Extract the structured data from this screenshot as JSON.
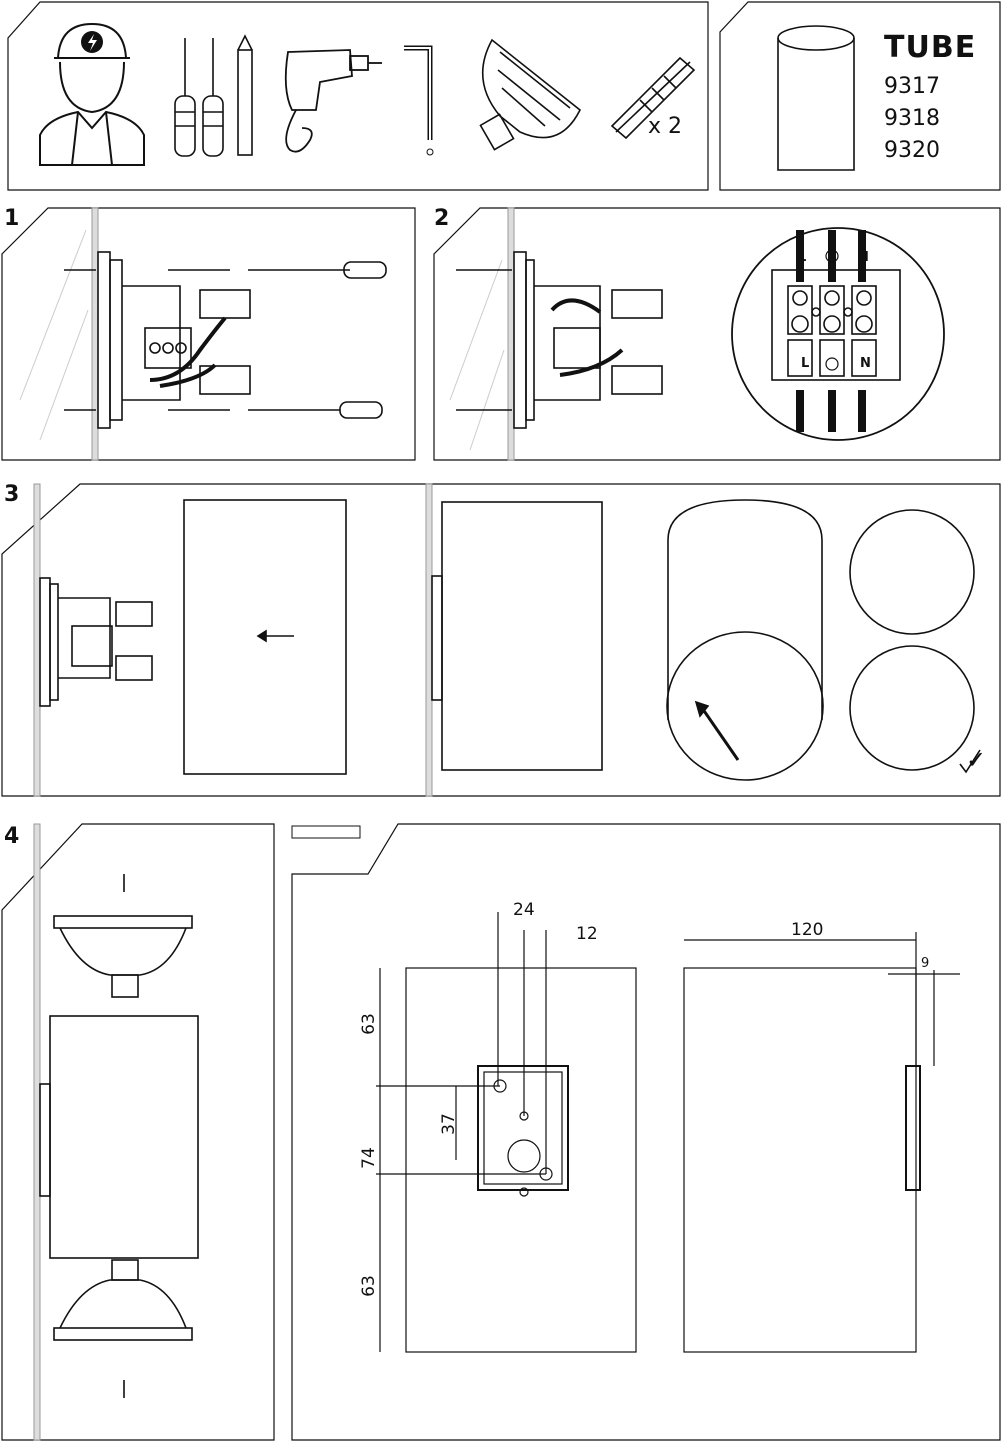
{
  "product": {
    "name": "TUBE",
    "codes": [
      "9317",
      "9318",
      "9320"
    ]
  },
  "tools": {
    "screw_quantity": "x 2"
  },
  "steps": {
    "step1": "1",
    "step2": "2",
    "step3": "3",
    "step4": "4"
  },
  "terminal": {
    "top_labels": [
      "L",
      "N"
    ],
    "bottom_labels": [
      "L",
      "N"
    ]
  },
  "dimensions": {
    "d24": "24",
    "d12": "12",
    "d120": "120",
    "d9": "9",
    "d63_top": "63",
    "d37": "37",
    "d74": "74",
    "d63_bottom": "63"
  },
  "check_mark": "✓"
}
